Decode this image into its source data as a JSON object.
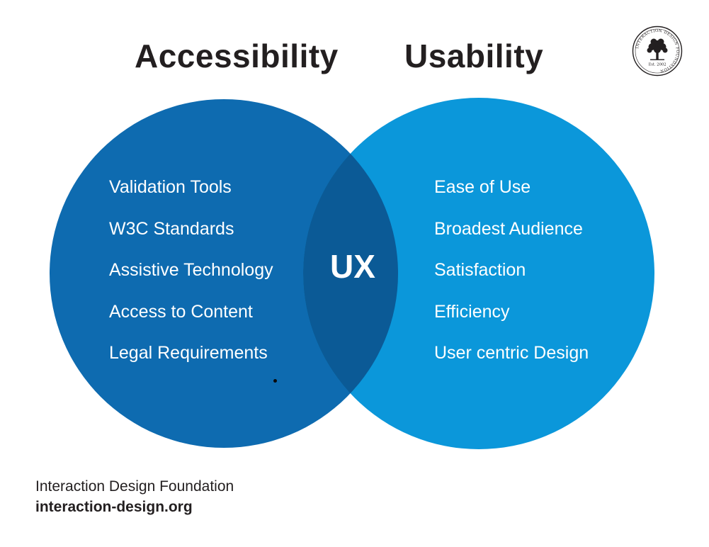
{
  "colors": {
    "left_circle": "#0e6bb0",
    "right_circle": "#0b97da",
    "overlap": "#0b5a96",
    "text_dark": "#231f20",
    "text_light": "#ffffff"
  },
  "titles": {
    "left": "Accessibility",
    "right": "Usability"
  },
  "left_items": [
    "Validation Tools",
    "W3C Standards",
    "Assistive Technology",
    "Access to Content",
    "Legal Requirements"
  ],
  "right_items": [
    "Ease of Use",
    "Broadest Audience",
    "Satisfaction",
    "Efficiency",
    "User centric Design"
  ],
  "center_label": "UX",
  "logo": {
    "icon": "tree-seal-icon",
    "ring_text": "INTERACTION DESIGN FOUNDATION",
    "est": "Est. 2002"
  },
  "footer": {
    "org": "Interaction Design Foundation",
    "url": "interaction-design.org"
  }
}
